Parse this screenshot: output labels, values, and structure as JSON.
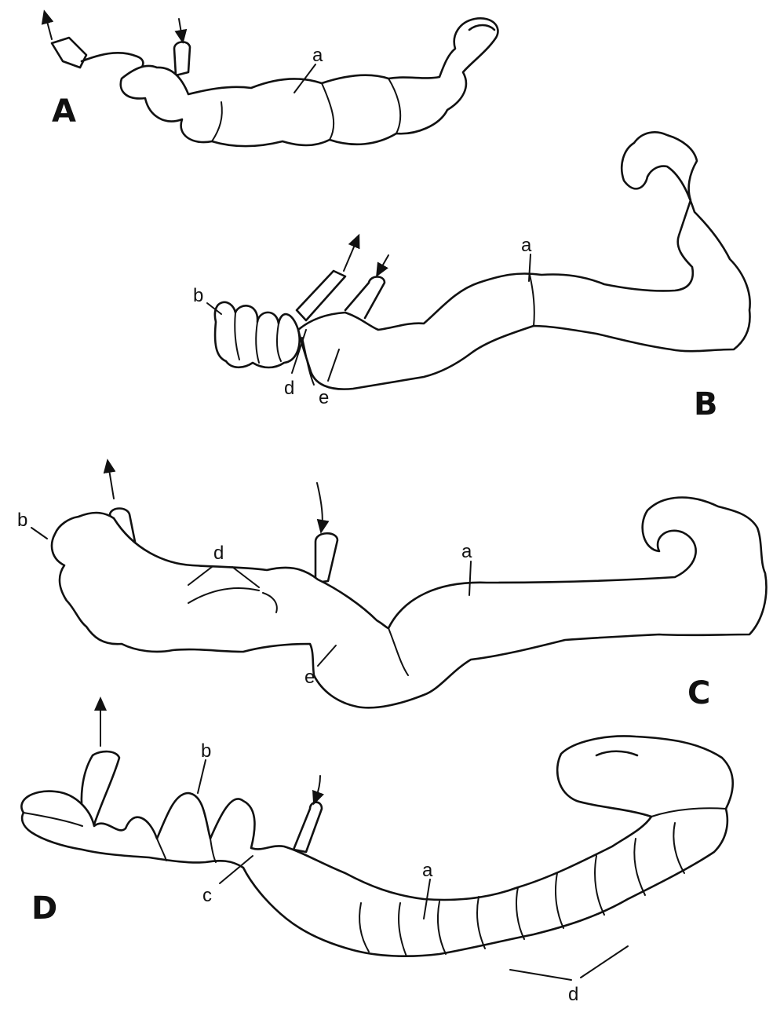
{
  "figure": {
    "ink_color": "#111111",
    "background": "#ffffff",
    "panels": [
      {
        "id": "A",
        "letter": "A",
        "labels": [
          "a"
        ]
      },
      {
        "id": "B",
        "letter": "B",
        "labels": [
          "a",
          "b",
          "d",
          "e"
        ]
      },
      {
        "id": "C",
        "letter": "C",
        "labels": [
          "a",
          "b",
          "d",
          "e"
        ]
      },
      {
        "id": "D",
        "letter": "D",
        "labels": [
          "a",
          "b",
          "c",
          "d"
        ]
      }
    ]
  }
}
